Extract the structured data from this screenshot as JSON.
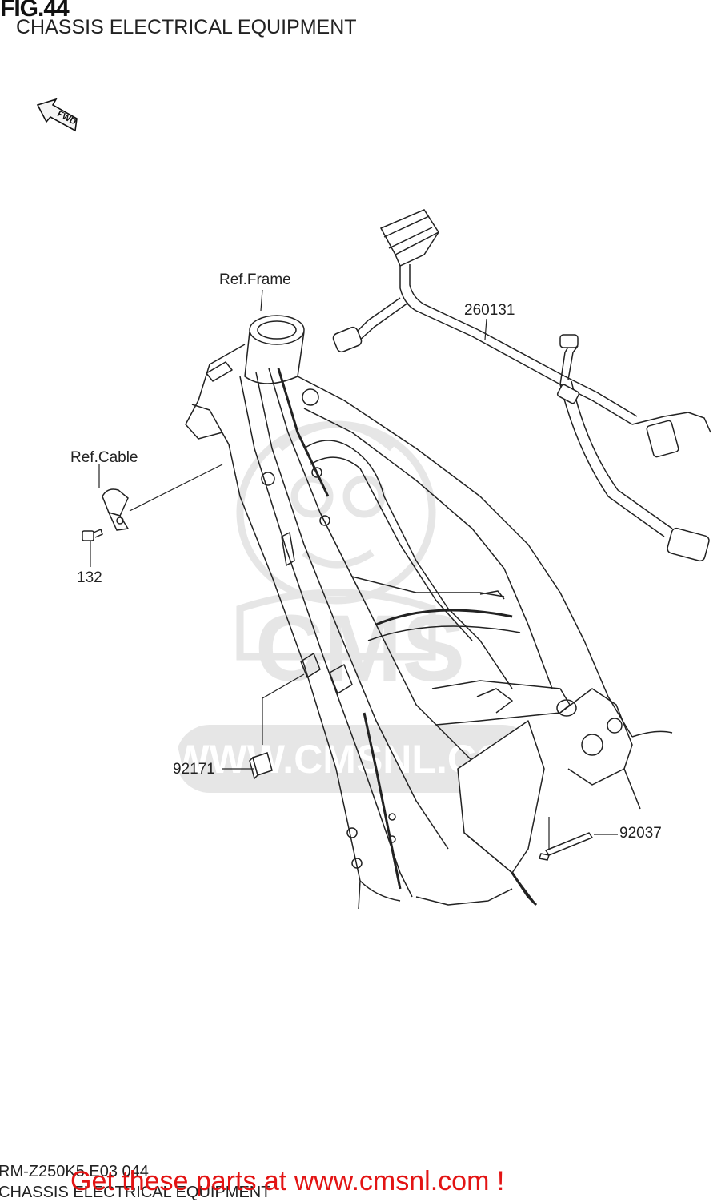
{
  "header": {
    "figure_number": "FIG.44",
    "title": "CHASSIS ELECTRICAL EQUIPMENT"
  },
  "direction_badge": "FWD",
  "watermark": {
    "text": "WWW.CMSNL.COM",
    "logo_text": "CMS"
  },
  "labels": {
    "ref_frame": "Ref.Frame",
    "ref_cable": "Ref.Cable",
    "part_260131": "260131",
    "part_132": "132",
    "part_92171": "92171",
    "part_92037": "92037"
  },
  "footer": {
    "model_code": "RM-Z250K5 E03 044",
    "section_title": "CHASSIS ELECTRICAL EQUIPMENT",
    "banner": "Get these parts at www.cmsnl.com !",
    "banner_color": "#e31414"
  }
}
